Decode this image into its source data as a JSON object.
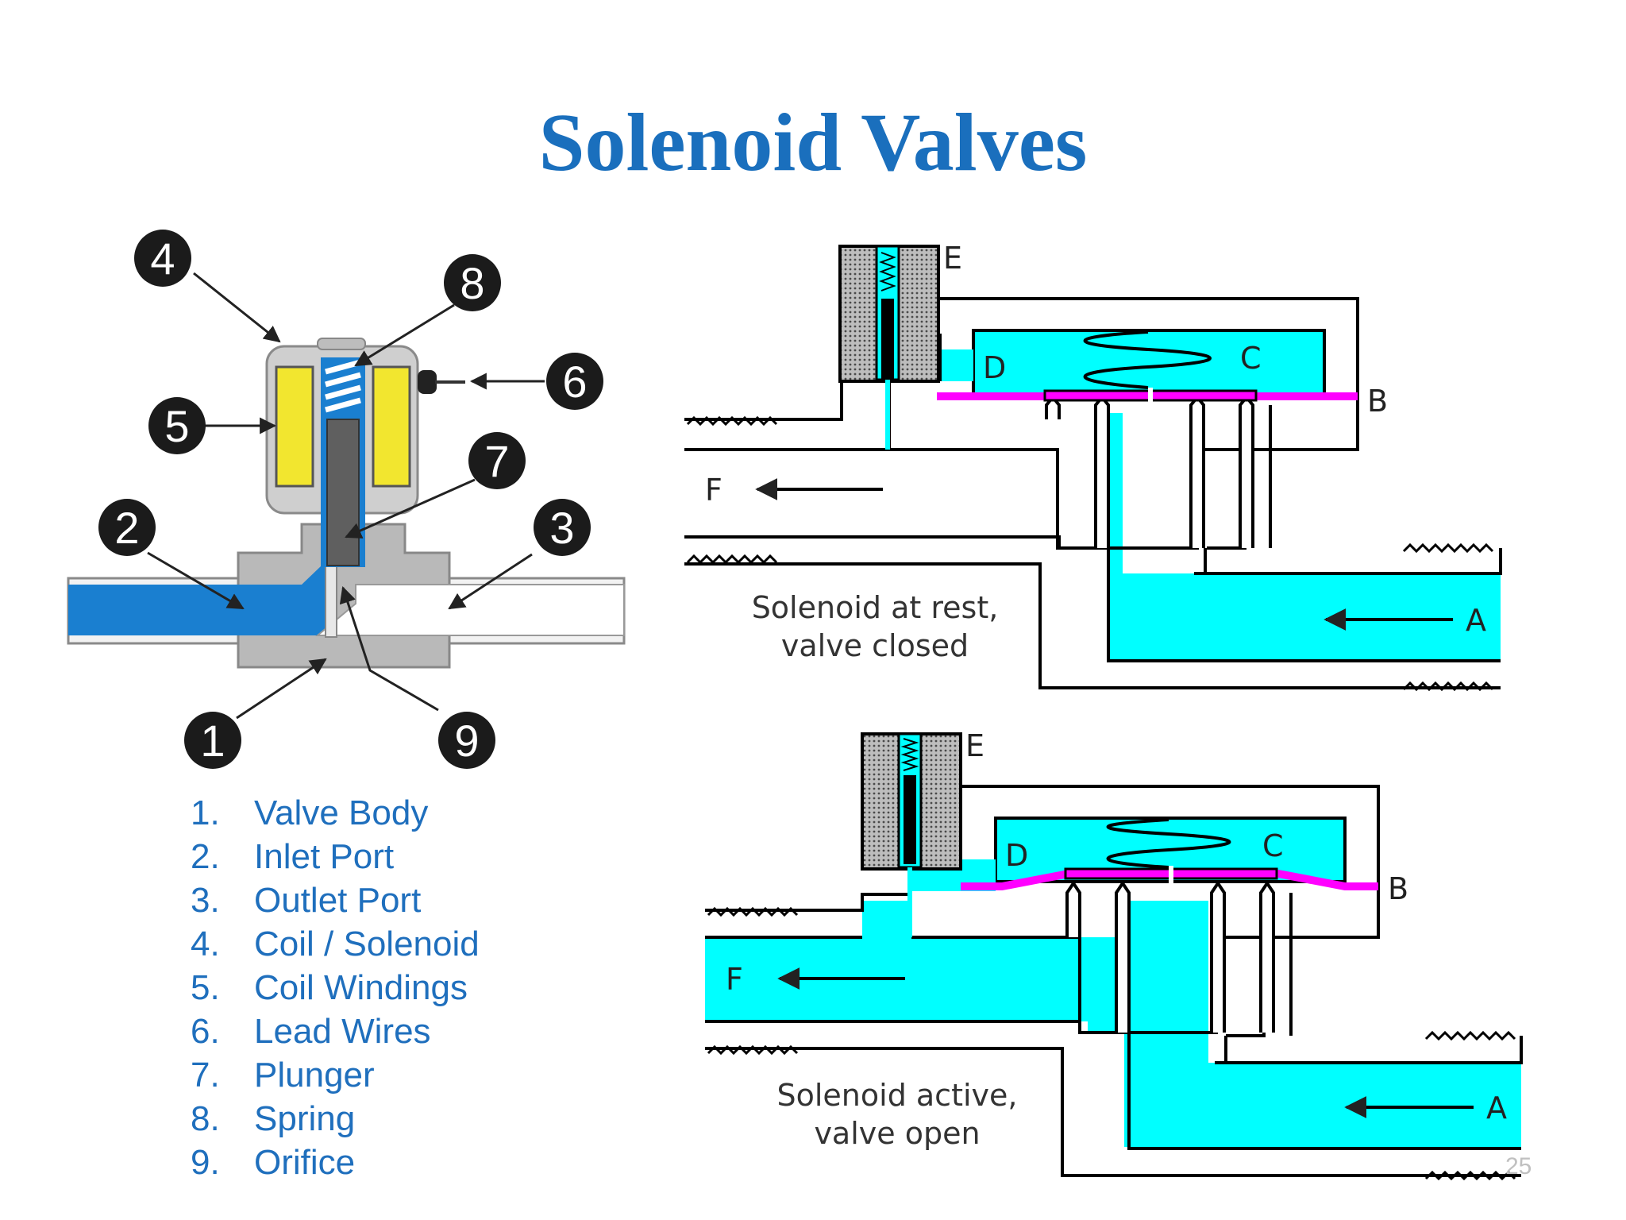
{
  "title": "Solenoid Valves",
  "callouts": [
    "1",
    "2",
    "3",
    "4",
    "5",
    "6",
    "7",
    "8",
    "9"
  ],
  "legend": [
    {
      "num": "1.",
      "label": "Valve Body"
    },
    {
      "num": "2.",
      "label": "Inlet Port"
    },
    {
      "num": "3.",
      "label": "Outlet Port"
    },
    {
      "num": "4.",
      "label": "Coil / Solenoid"
    },
    {
      "num": "5.",
      "label": "Coil Windings"
    },
    {
      "num": "6.",
      "label": "Lead Wires"
    },
    {
      "num": "7.",
      "label": "Plunger"
    },
    {
      "num": "8.",
      "label": "Spring"
    },
    {
      "num": "9.",
      "label": "Orifice"
    }
  ],
  "diagram_top": {
    "labels": {
      "e": "E",
      "d": "D",
      "c": "C",
      "b": "B",
      "f": "F",
      "a": "A"
    },
    "caption_line1": "Solenoid at rest,",
    "caption_line2": "valve closed"
  },
  "diagram_bottom": {
    "labels": {
      "e": "E",
      "d": "D",
      "c": "C",
      "b": "B",
      "f": "F",
      "a": "A"
    },
    "caption_line1": "Solenoid active,",
    "caption_line2": "valve open"
  },
  "page_number": "25",
  "colors": {
    "title": "#1a6fbd",
    "fluid": "#00ffff",
    "diaphragm": "#ff00ff",
    "inlet_fluid": "#1a7fd0",
    "coil": "#f2e62f"
  }
}
